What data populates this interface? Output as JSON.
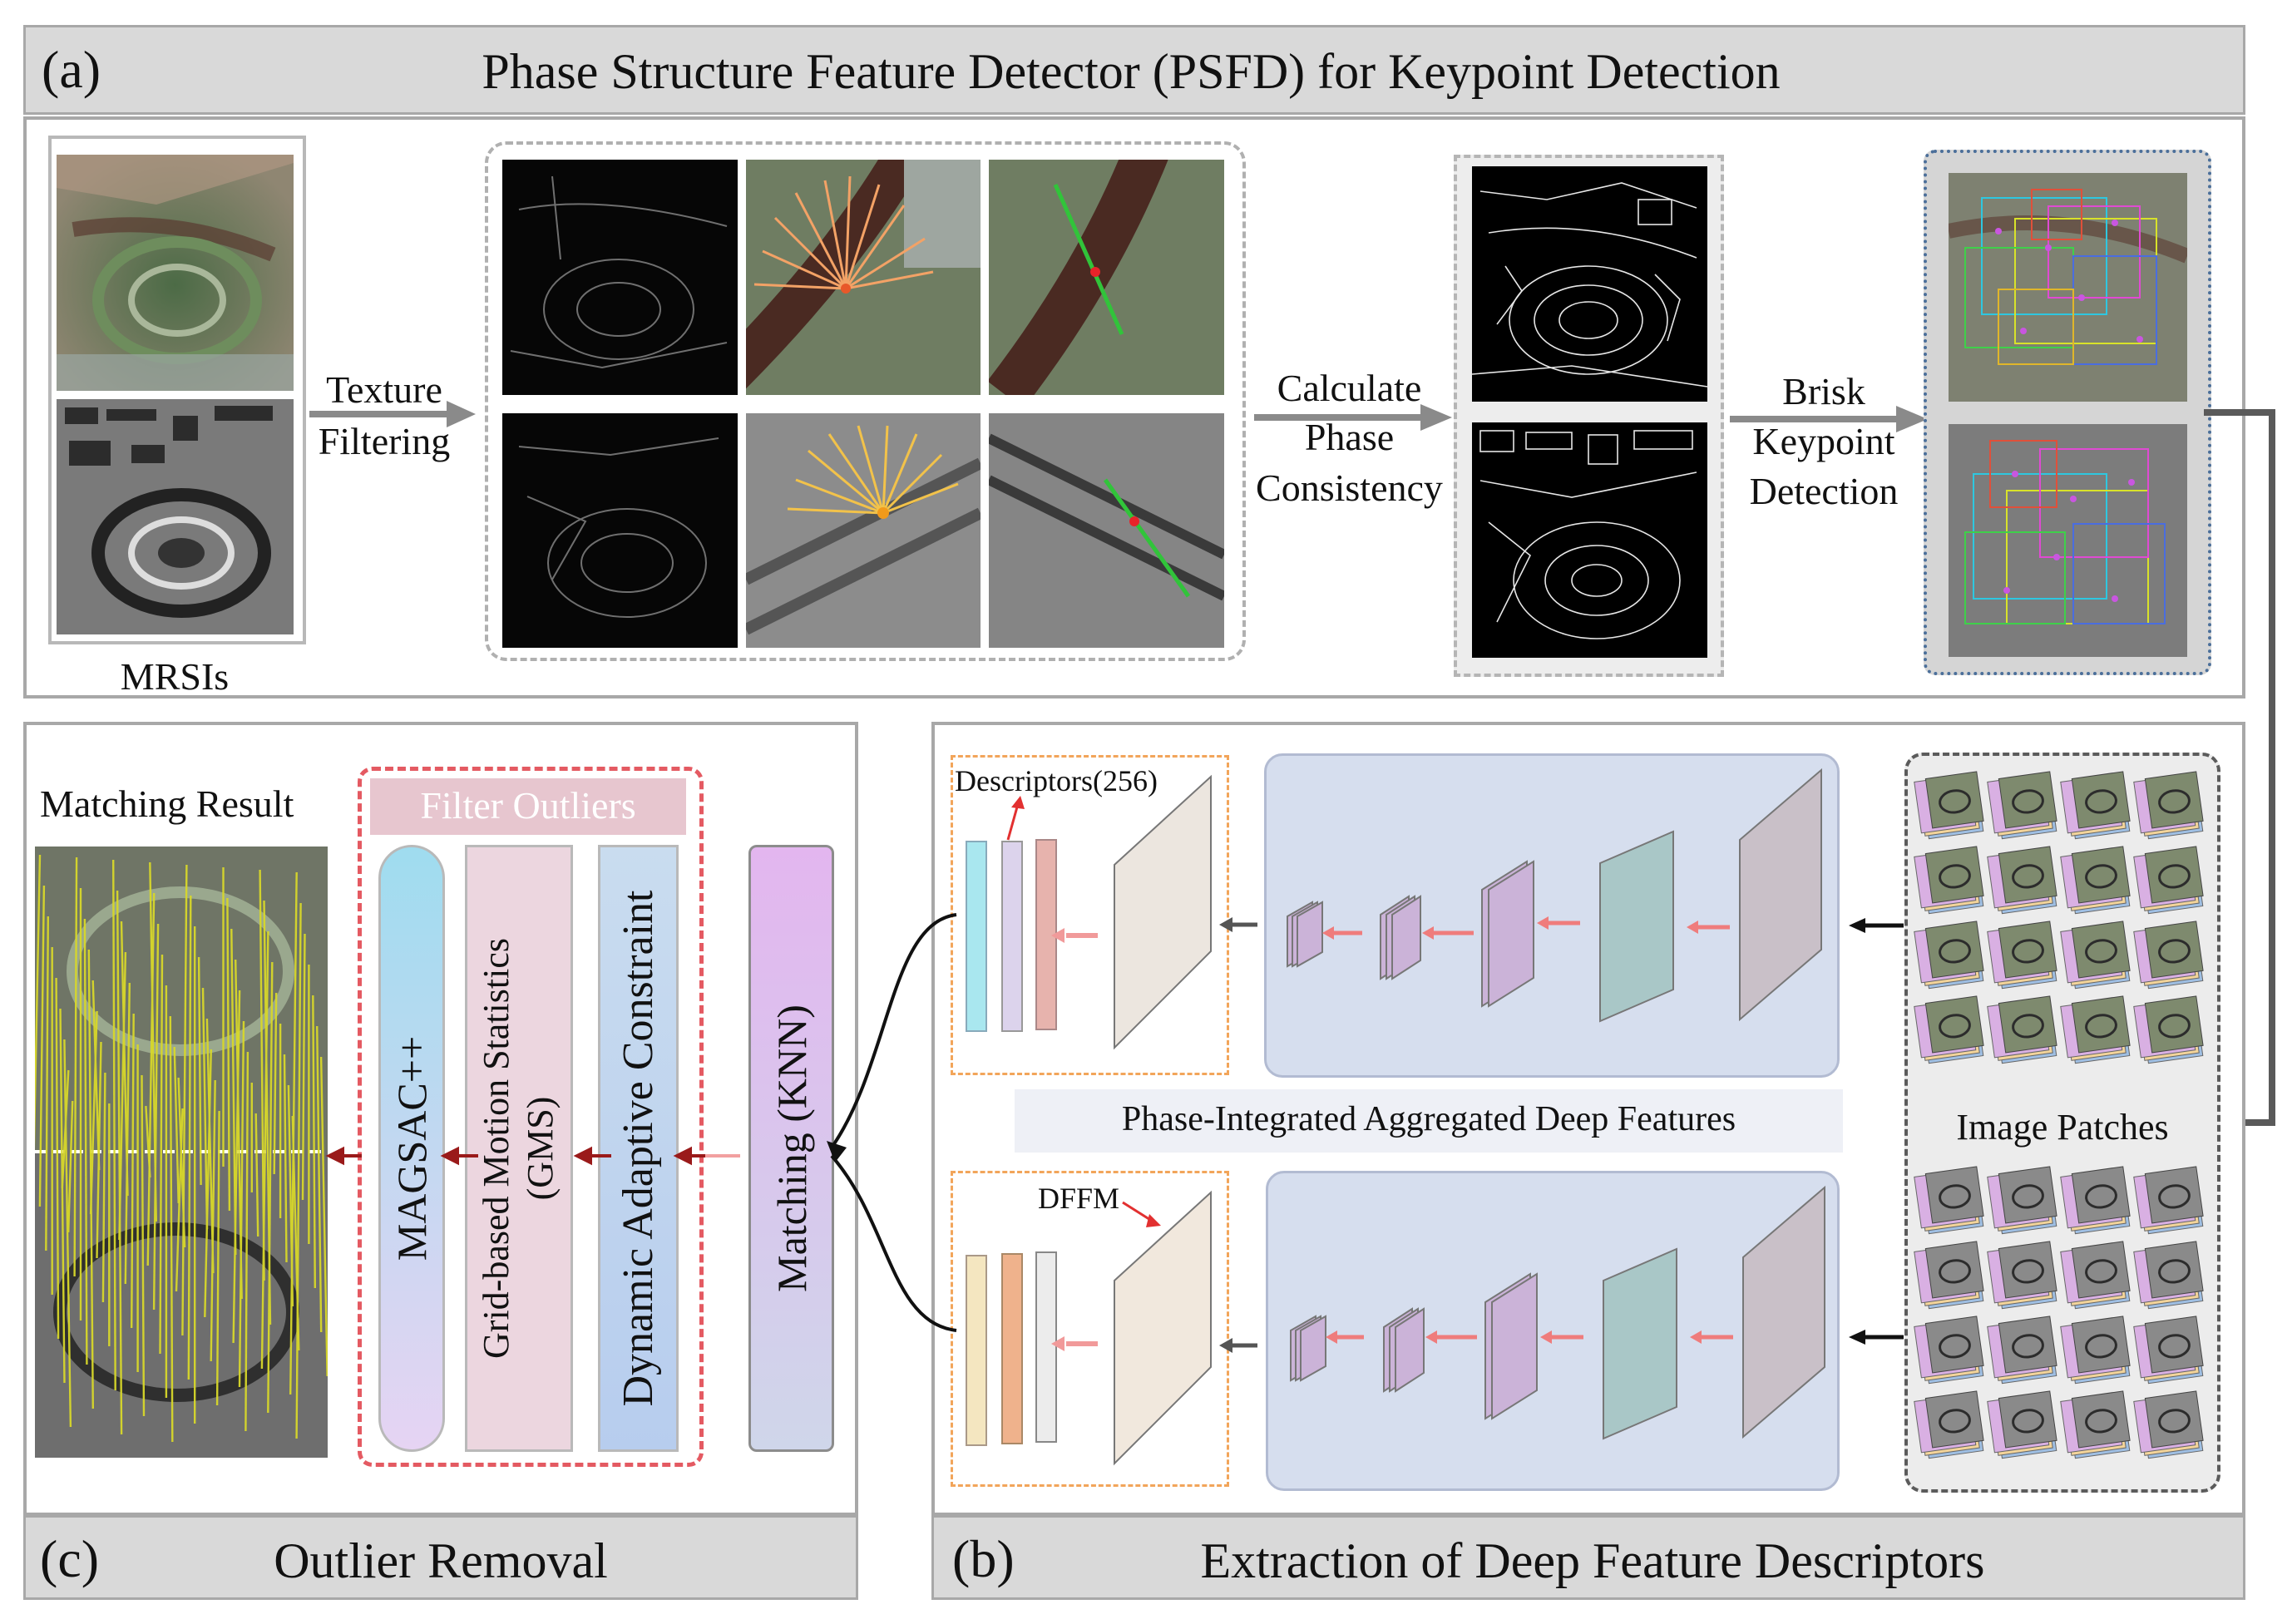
{
  "panel_a": {
    "tag": "(a)",
    "title": "Phase Structure Feature Detector (PSFD) for Keypoint Detection",
    "mrsis_label": "MRSIs",
    "texture_label_1": "Texture",
    "texture_label_2": "Filtering",
    "phase_label_1": "Calculate",
    "phase_label_2": "Phase",
    "phase_label_3": "Consistency",
    "brisk_label_1": "Brisk",
    "brisk_label_2": "Keypoint",
    "brisk_label_3": "Detection"
  },
  "panel_b": {
    "tag": "(b)",
    "title": "Extraction of Deep Feature Descriptors",
    "descriptors_label": "Descriptors(256)",
    "dffm_label": "DFFM",
    "aggregated_label": "Phase-Integrated Aggregated Deep Features",
    "patches_label": "Image Patches"
  },
  "panel_c": {
    "tag": "(c)",
    "title": "Outlier Removal",
    "matching_result_label": "Matching Result",
    "filter_outliers_label": "Filter Outliers",
    "magsac_label": "MAGSAC++",
    "gms_label_1": "Grid-based Motion Statistics",
    "gms_label_2": "(GMS)",
    "dac_label": "Dynamic Adaptive Constraint",
    "knn_label": "Matching (KNN)"
  },
  "colors": {
    "panel_border": "#a8a8a8",
    "title_bar": "#d9d9d9",
    "arrow_grey": "#8a8a8a",
    "filter_red": "#e45a62",
    "filter_header": "#e7c6cf",
    "network_bg": "#d6deee",
    "magsac_gradient": [
      "#9fdcef",
      "#e6d4f3"
    ],
    "gms_fill": "#ecd6df",
    "dac_gradient": [
      "#c9dcef",
      "#b7cdee"
    ],
    "knn_gradient": [
      "#e3b6ef",
      "#cfd6ea"
    ],
    "match_lines": "#d8d82a"
  }
}
